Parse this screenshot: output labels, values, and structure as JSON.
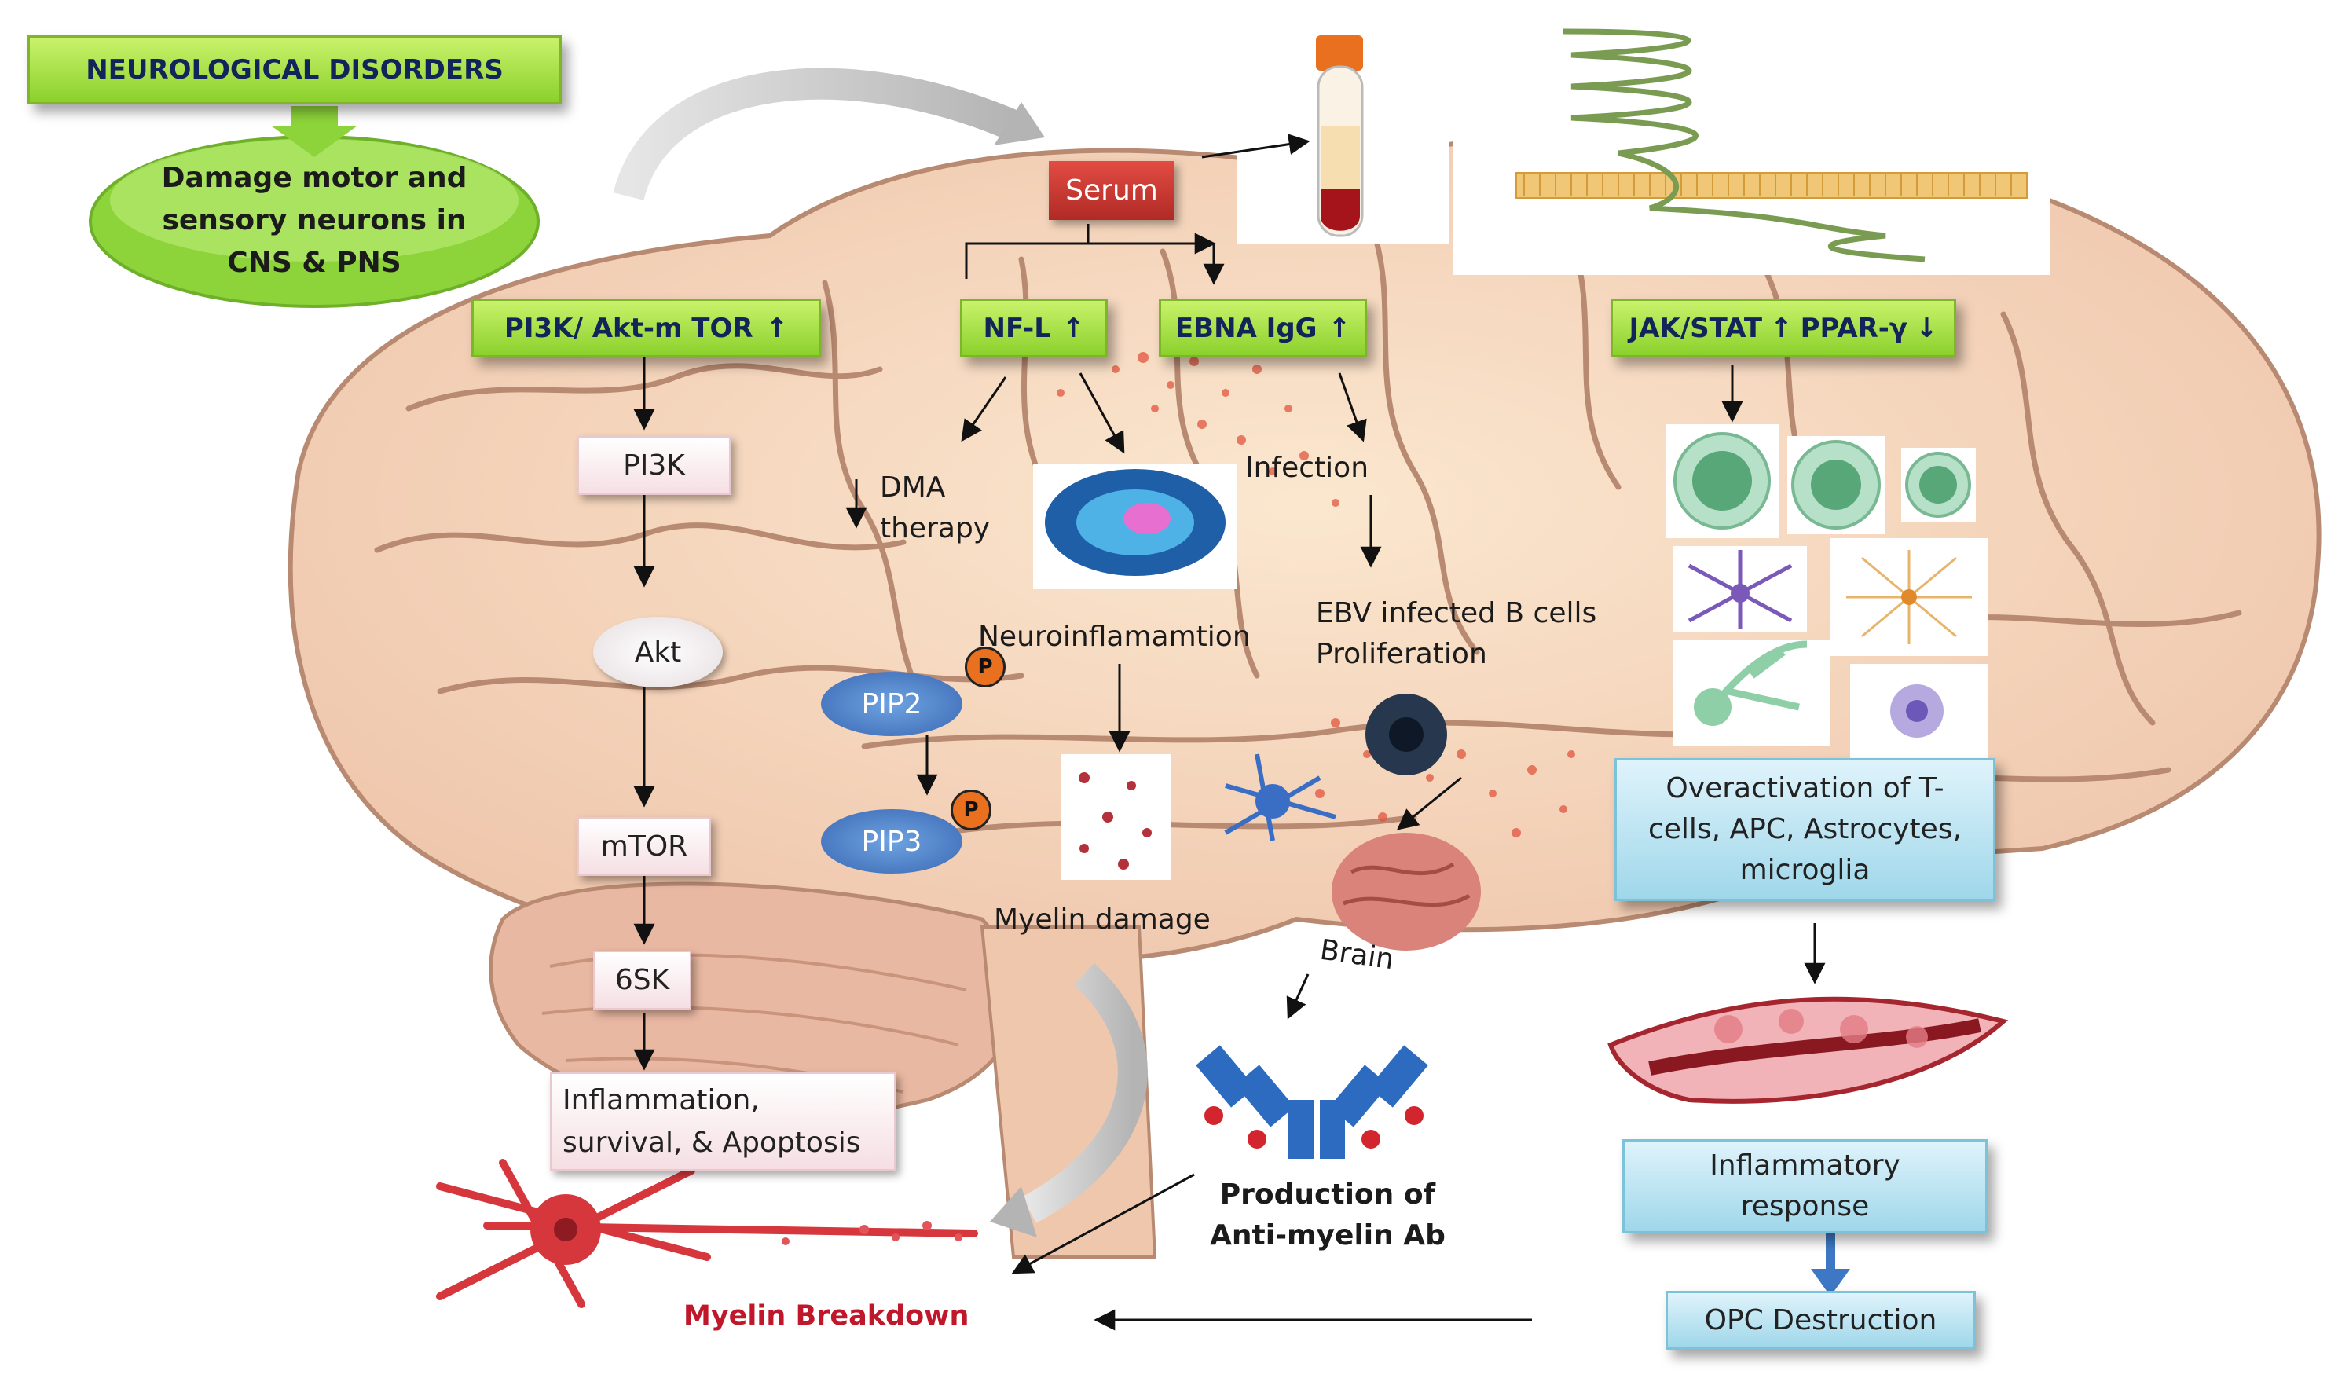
{
  "title_box": "NEUROLOGICAL DISORDERS",
  "damage_text": "Damage motor and sensory neurons in CNS & PNS",
  "pi3k_box": "PI3K/ Akt-m TOR",
  "nfl_box": "NF-L",
  "ebna_box": "EBNA IgG",
  "jak_box": "JAK/STAT",
  "ppar_box": "PPAR-γ",
  "up_arrow": "↑",
  "down_arrow": "↓",
  "serum": "Serum",
  "pathway": {
    "pi3k": "PI3K",
    "akt": "Akt",
    "mtor": "mTOR",
    "sk6": "6SK",
    "outcome": "Inflammation, survival, & Apoptosis"
  },
  "pip2": "PIP2",
  "pip3": "PIP3",
  "p_badge": "P",
  "dma_line1": "DMA",
  "dma_line2": "therapy",
  "infection": "Infection",
  "ebv_line1": "EBV infected B cells",
  "ebv_line2": "Proliferation",
  "neuroinflammation": "Neuroinflamamtion",
  "myelin_damage": "Myelin damage",
  "brain": "Brain",
  "production_line1": "Production of",
  "production_line2": "Anti-myelin Ab",
  "overactivation": "Overactivation of T-cells, APC, Astrocytes, microglia",
  "inflammatory_response": "Inflammatory response",
  "opc_destruction": "OPC Destruction",
  "myelin_breakdown": "Myelin Breakdown",
  "colors": {
    "green_box": "#9ad83a",
    "title_text": "#13245a",
    "blue_box": "#a8dcec",
    "serum_red": "#c9302c",
    "brain_fill": "#f1d0b8",
    "brain_inner": "#fbe6c8",
    "breakdown_red": "#c0182a",
    "pip_blue": "#4a7cc4"
  },
  "icons": [
    "brain-scan-icon",
    "blood-tube-icon",
    "cell-membrane-icon",
    "immune-cell-icon",
    "antibody-icon",
    "neuron-icon",
    "blood-vessel-icon",
    "dendritic-cell-icon"
  ]
}
